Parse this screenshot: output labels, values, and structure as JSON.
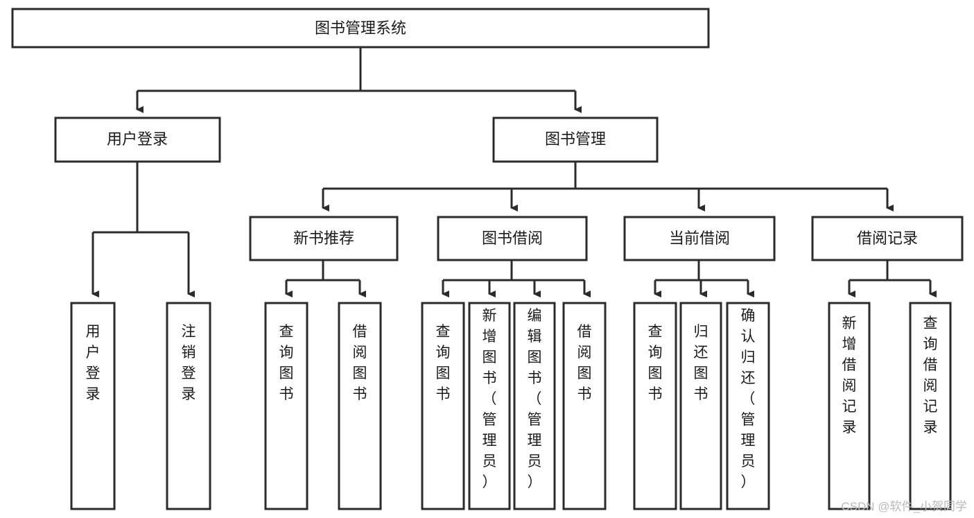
{
  "diagram": {
    "type": "tree-hierarchy-chart",
    "title": "图书管理系统",
    "orientation": "top-down",
    "colors": {
      "box_stroke": "#2b2b2b",
      "box_fill": "#ffffff",
      "connector": "#2b2b2b",
      "text": "#1a1a1a",
      "background": "#ffffff",
      "watermark": "#b9b9b9"
    },
    "nodes": {
      "root": {
        "label": "图书管理系统"
      },
      "level2": [
        {
          "id": "user-login",
          "label": "用户登录"
        },
        {
          "id": "book-management",
          "label": "图书管理"
        }
      ],
      "level3": [
        {
          "id": "new-book-recommend",
          "label": "新书推荐"
        },
        {
          "id": "book-borrow",
          "label": "图书借阅"
        },
        {
          "id": "current-borrow",
          "label": "当前借阅"
        },
        {
          "id": "borrow-record",
          "label": "借阅记录"
        }
      ],
      "leaves": {
        "user-login": [
          {
            "id": "leaf-user-login",
            "label": "用户登录"
          },
          {
            "id": "leaf-logout-login",
            "label": "注销登录"
          }
        ],
        "new-book-recommend": [
          {
            "id": "leaf-query-book-1",
            "label": "查询图书"
          },
          {
            "id": "leaf-borrow-book-1",
            "label": "借阅图书"
          }
        ],
        "book-borrow": [
          {
            "id": "leaf-query-book-2",
            "label": "查询图书"
          },
          {
            "id": "leaf-add-book",
            "label": "新增图书（管理员）"
          },
          {
            "id": "leaf-edit-book",
            "label": "编辑图书（管理员）"
          },
          {
            "id": "leaf-borrow-book-2",
            "label": "借阅图书"
          }
        ],
        "current-borrow": [
          {
            "id": "leaf-query-book-3",
            "label": "查询图书"
          },
          {
            "id": "leaf-return-book",
            "label": "归还图书"
          },
          {
            "id": "leaf-confirm-return",
            "label": "确认归还（管理员）"
          }
        ],
        "borrow-record": [
          {
            "id": "leaf-add-record",
            "label": "新增借阅记录"
          },
          {
            "id": "leaf-query-record",
            "label": "查询借阅记录"
          }
        ]
      }
    },
    "watermark": "CSDN @软件_小贺同学"
  }
}
